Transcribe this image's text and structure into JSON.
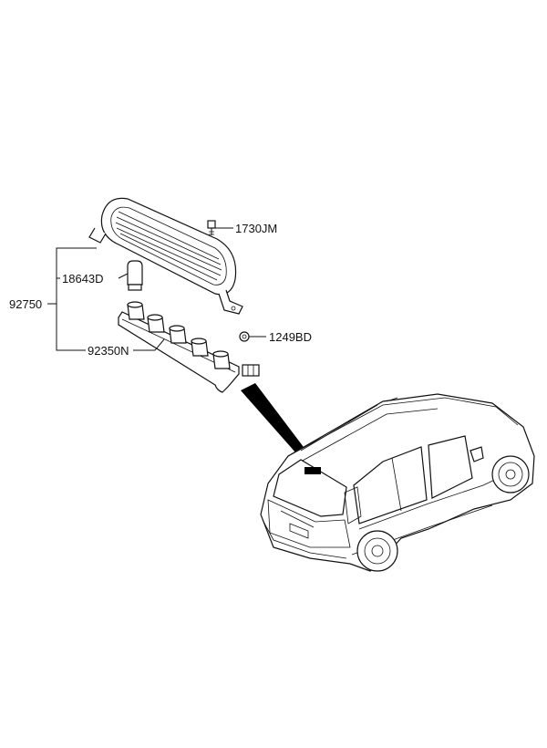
{
  "diagram": {
    "labels": {
      "assembly": "92750",
      "bulb": "18643D",
      "bracket_screw": "1730JM",
      "nut": "1249BD",
      "socket_harness": "92350N"
    },
    "colors": {
      "line": "#111111",
      "background": "#ffffff",
      "pointer": "#000000"
    }
  }
}
